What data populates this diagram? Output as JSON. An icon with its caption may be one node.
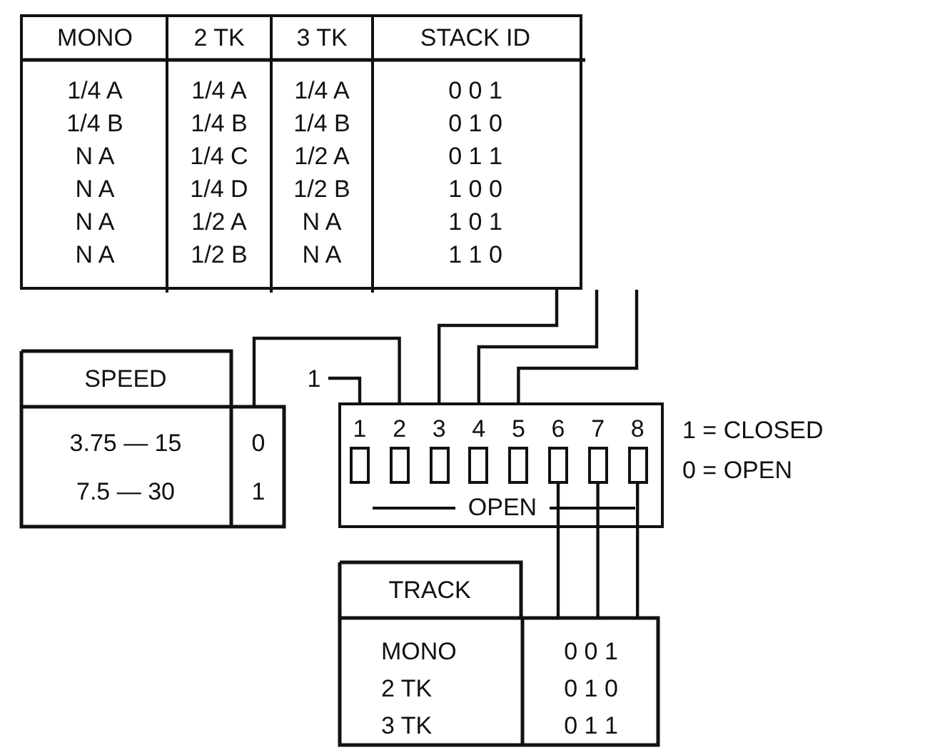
{
  "diagram": {
    "nodes": [
      {
        "text": [
          "MONO",
          "2 TK",
          "3 TK",
          "STACK ID",
          "1/4 A",
          "1/4 A",
          "1/4 A",
          "0 0 1",
          "1/4 B",
          "1/4 B",
          "1/4 B",
          "0 1 0",
          "N A",
          "1/4 C",
          "1/2 A",
          "0 1 1",
          "N A",
          "1/4 D",
          "1/2 B",
          "1 0 0",
          "N A",
          "1/2 A",
          "N A",
          "1 0 1",
          "N A",
          "1/2 B",
          "N A",
          "1 1 0"
        ]
      },
      {
        "text": [
          "SPEED",
          "3.75 — 15",
          "0",
          "7.5 — 30",
          "1"
        ]
      },
      {
        "text": [
          "1"
        ]
      },
      {
        "text": [
          "OPEN"
        ]
      },
      {
        "text": [
          "1"
        ],
        "in": 3
      },
      {
        "text": [
          "2"
        ],
        "in": 3
      },
      {
        "text": [
          "3"
        ],
        "in": 3
      },
      {
        "text": [
          "4"
        ],
        "in": 3
      },
      {
        "text": [
          "5"
        ],
        "in": 3
      },
      {
        "text": [
          "6"
        ],
        "in": 3
      },
      {
        "text": [
          "7"
        ],
        "in": 3
      },
      {
        "text": [
          "8"
        ],
        "in": 3
      },
      {
        "text": [
          "TRACK",
          "MONO",
          "0 0 1",
          "2 TK",
          "0 1 0",
          "3 TK",
          "0 1 1"
        ]
      }
    ],
    "edges": [
      {
        "from": 2,
        "to": 4,
        "arrow": "none"
      },
      {
        "from": 1,
        "to": 5,
        "arrow": "none"
      },
      {
        "from": 0,
        "to": 6,
        "arrow": "none"
      },
      {
        "from": 0,
        "to": 7,
        "arrow": "none"
      },
      {
        "from": 0,
        "to": 8,
        "arrow": "none"
      },
      {
        "from": 9,
        "to": 12,
        "arrow": "none"
      },
      {
        "from": 10,
        "to": 12,
        "arrow": "none"
      },
      {
        "from": 11,
        "to": 12,
        "arrow": "none"
      }
    ],
    "labels": [
      "1 = CLOSED",
      "0 = OPEN"
    ]
  }
}
